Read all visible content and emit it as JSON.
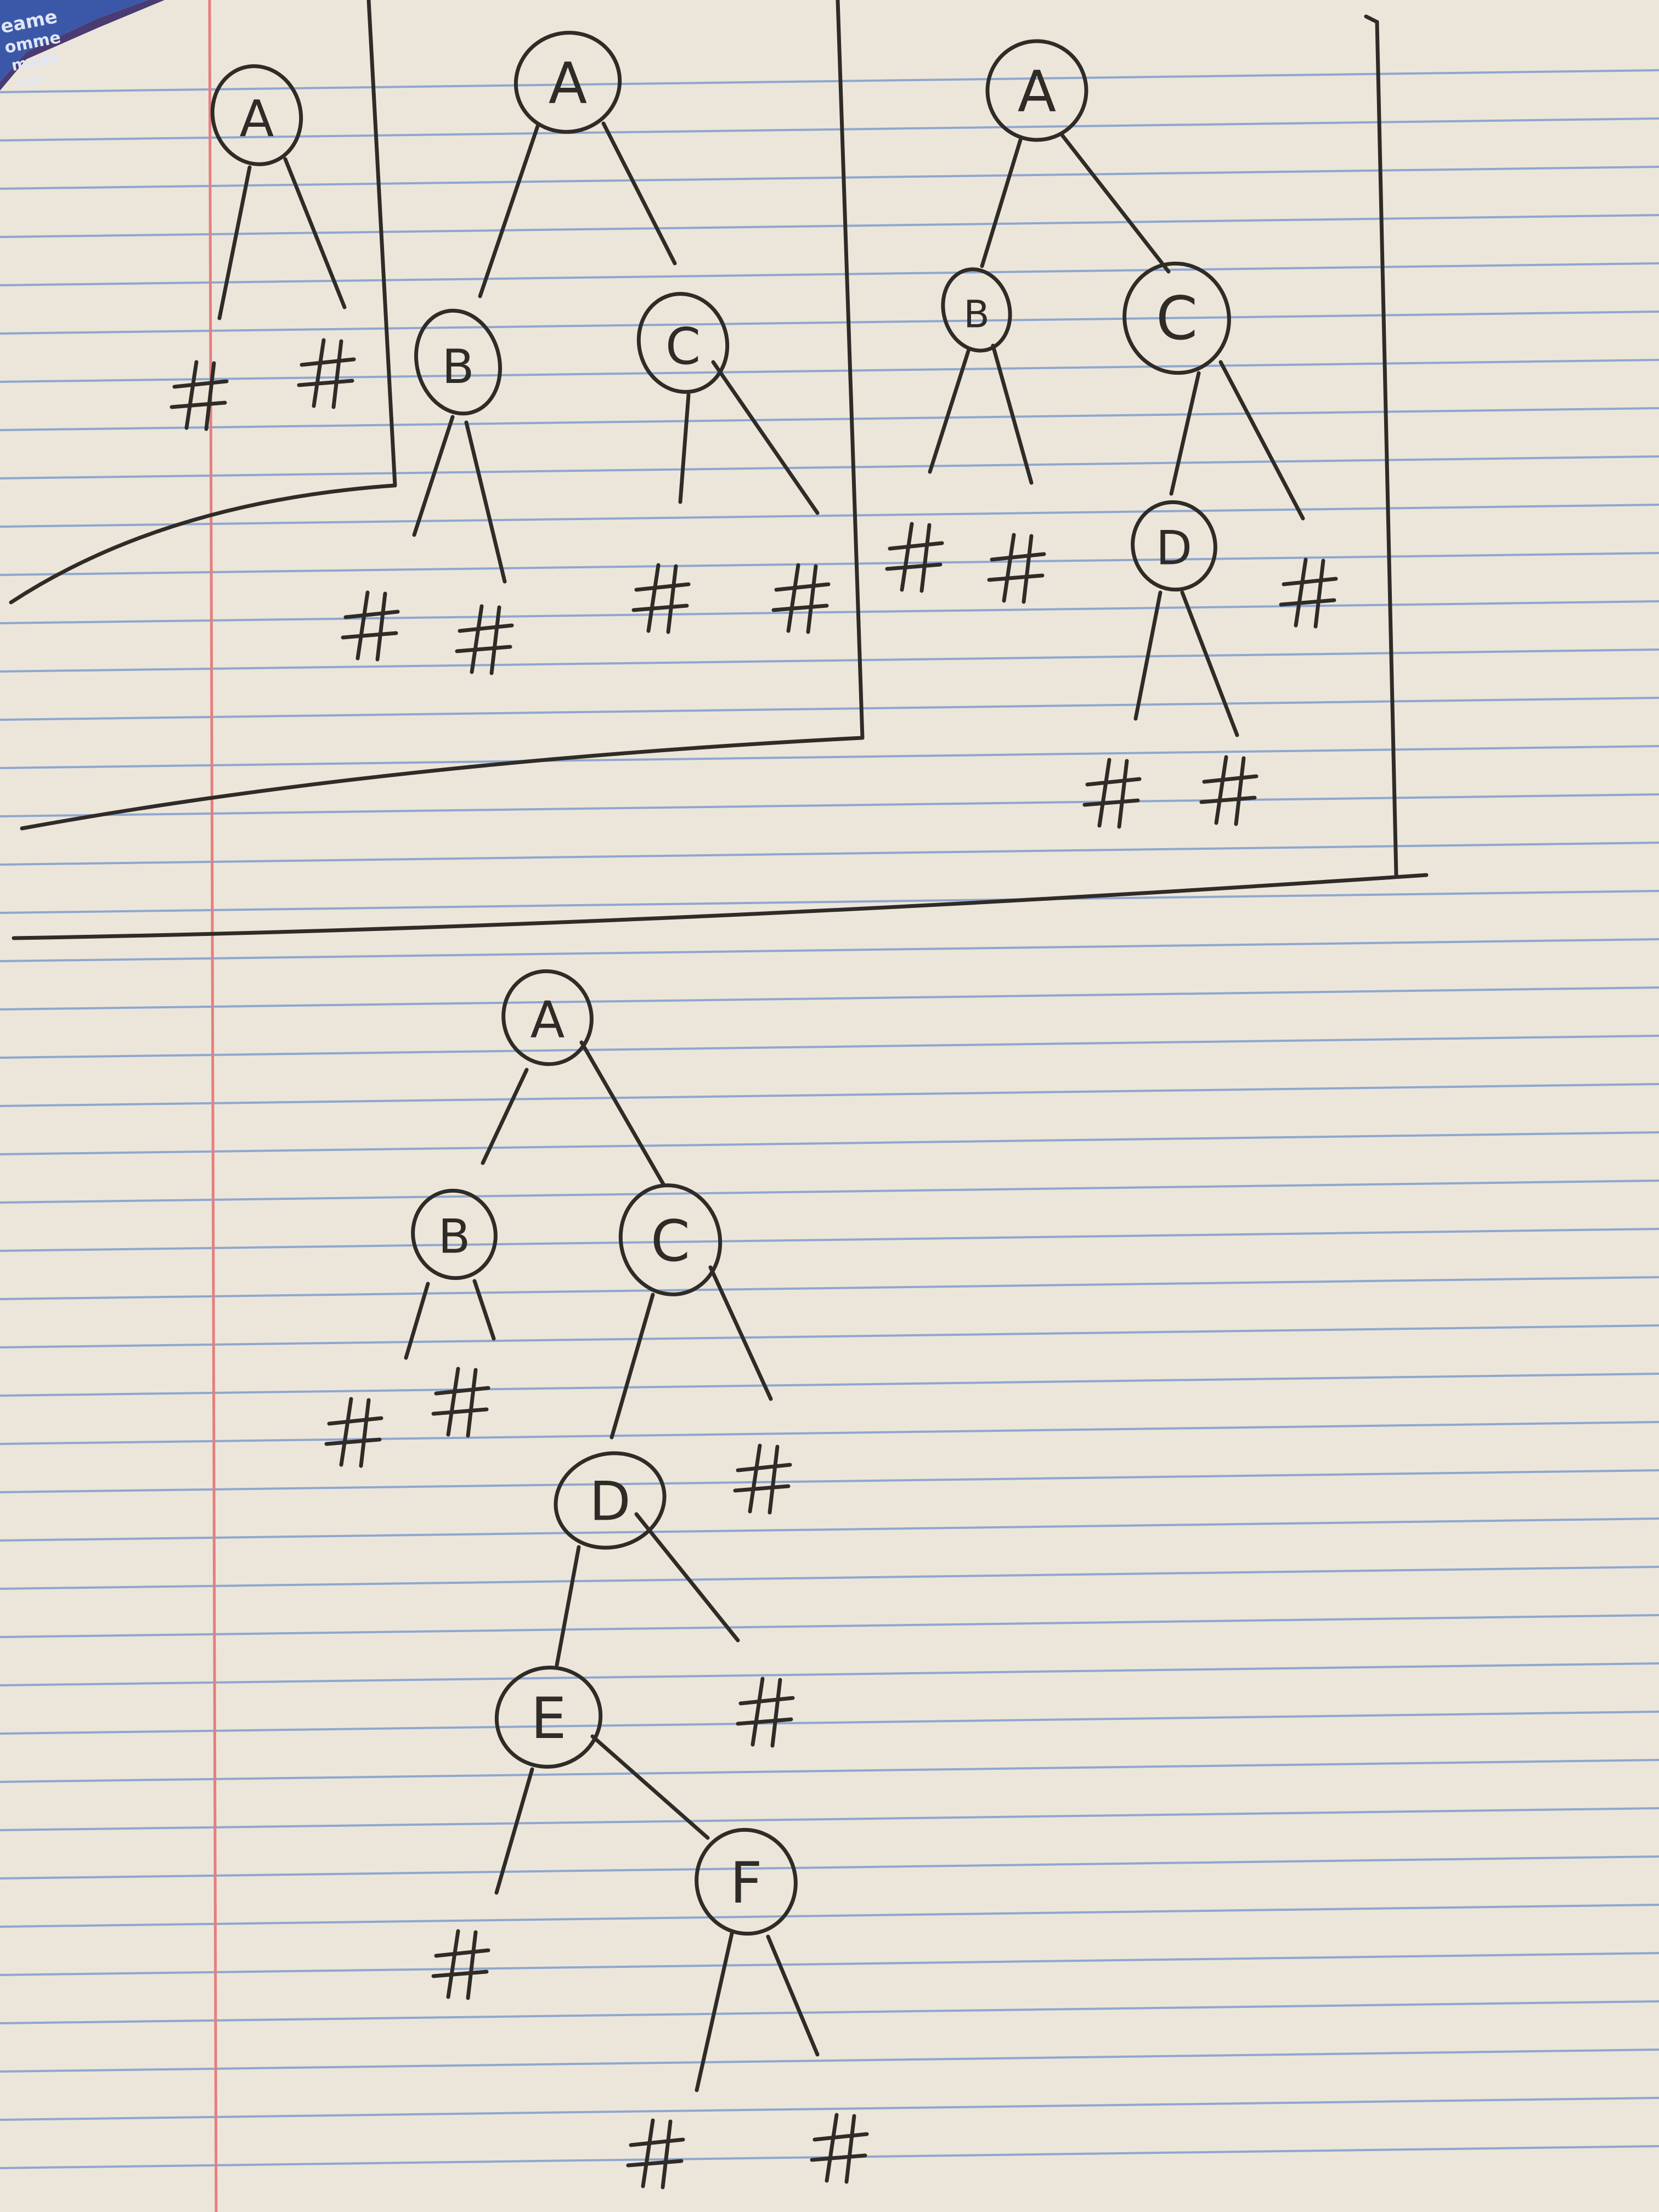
{
  "cover_text": [
    "eame",
    "omme",
    "made",
    "xer"
  ],
  "null_marker": "#",
  "colors": {
    "paper": "#ece6da",
    "rule_line": "#8fa7cf",
    "margin_line": "#e47f7f",
    "ink": "#2f2b27",
    "cover": "#3b58a8",
    "cover_dark": "#4a3b72"
  },
  "diagrams": [
    {
      "nodes": [
        {
          "id": "A",
          "label": "A"
        }
      ],
      "edges": [
        {
          "from": "A",
          "to": "#"
        },
        {
          "from": "A",
          "to": "#"
        }
      ]
    },
    {
      "nodes": [
        {
          "id": "A",
          "label": "A"
        },
        {
          "id": "B",
          "label": "B"
        },
        {
          "id": "C",
          "label": "C"
        }
      ],
      "edges": [
        {
          "from": "A",
          "to": "B"
        },
        {
          "from": "A",
          "to": "C"
        },
        {
          "from": "B",
          "to": "#"
        },
        {
          "from": "B",
          "to": "#"
        },
        {
          "from": "C",
          "to": "#"
        },
        {
          "from": "C",
          "to": "#"
        }
      ]
    },
    {
      "nodes": [
        {
          "id": "A",
          "label": "A"
        },
        {
          "id": "B",
          "label": "B"
        },
        {
          "id": "C",
          "label": "C"
        },
        {
          "id": "D",
          "label": "D"
        }
      ],
      "edges": [
        {
          "from": "A",
          "to": "B"
        },
        {
          "from": "A",
          "to": "C"
        },
        {
          "from": "B",
          "to": "#"
        },
        {
          "from": "B",
          "to": "#"
        },
        {
          "from": "C",
          "to": "D"
        },
        {
          "from": "C",
          "to": "#"
        },
        {
          "from": "D",
          "to": "#"
        },
        {
          "from": "D",
          "to": "#"
        }
      ]
    },
    {
      "nodes": [
        {
          "id": "A",
          "label": "A"
        },
        {
          "id": "B",
          "label": "B"
        },
        {
          "id": "C",
          "label": "C"
        },
        {
          "id": "D",
          "label": "D"
        },
        {
          "id": "E",
          "label": "E"
        },
        {
          "id": "F",
          "label": "F"
        }
      ],
      "edges": [
        {
          "from": "A",
          "to": "B"
        },
        {
          "from": "A",
          "to": "C"
        },
        {
          "from": "B",
          "to": "#"
        },
        {
          "from": "B",
          "to": "#"
        },
        {
          "from": "C",
          "to": "D"
        },
        {
          "from": "C",
          "to": "#"
        },
        {
          "from": "D",
          "to": "E"
        },
        {
          "from": "D",
          "to": "#"
        },
        {
          "from": "E",
          "to": "#"
        },
        {
          "from": "E",
          "to": "F"
        },
        {
          "from": "F",
          "to": "#"
        },
        {
          "from": "F",
          "to": "#"
        }
      ]
    }
  ]
}
